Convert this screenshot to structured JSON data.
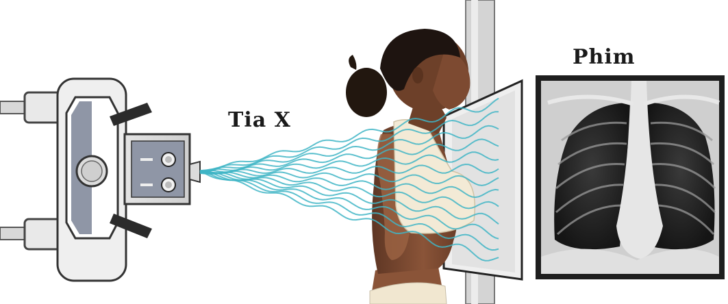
{
  "labels": {
    "xray": "Tia X",
    "film": "Phim"
  },
  "icons": {
    "machine": "xray-machine-icon",
    "patient": "patient-figure-icon",
    "detector": "detector-plate-icon",
    "film": "chest-radiograph-image"
  },
  "colors": {
    "beam": "#3fb5c6",
    "machine_body": "#eeeeee",
    "machine_panel": "#8f96a6",
    "skin": "#7a4a33",
    "clothing": "#f3ead6",
    "film_frame": "#1e1e1e"
  }
}
